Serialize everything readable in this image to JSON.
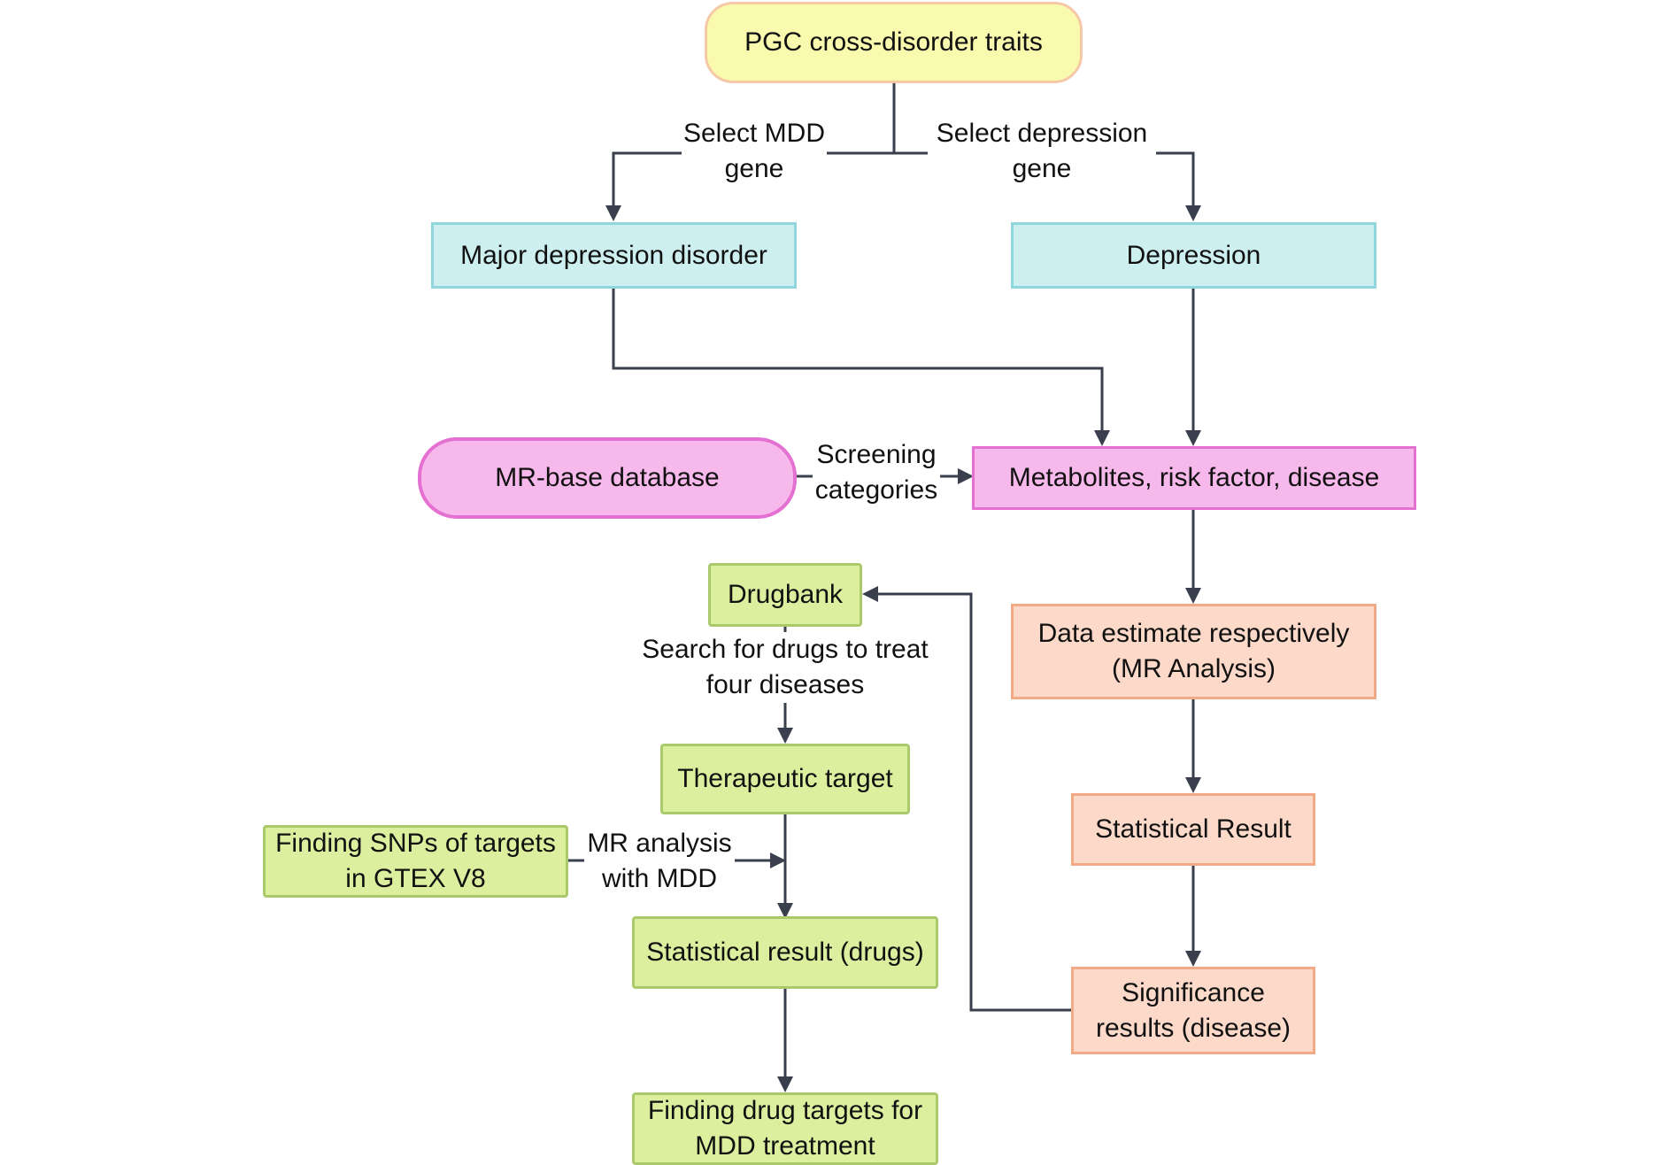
{
  "nodes": {
    "pgc": "PGC cross-disorder traits",
    "mdd": "Major depression disorder",
    "depression": "Depression",
    "mrbase": "MR-base database",
    "metabolites": "Metabolites, risk factor, disease",
    "data_estimate_line1": "Data estimate respectively",
    "data_estimate_line2": "(MR Analysis)",
    "statistical_result": "Statistical Result",
    "significance_line1": "Significance",
    "significance_line2": "results (disease)",
    "drugbank": "Drugbank",
    "therapeutic_target": "Therapeutic target",
    "snps_line1": "Finding SNPs of targets",
    "snps_line2": "in GTEX V8",
    "statistical_drugs": "Statistical result (drugs)",
    "finding_drug_line1": "Finding drug targets for",
    "finding_drug_line2": "MDD treatment"
  },
  "edge_labels": {
    "select_mdd_line1": "Select MDD",
    "select_mdd_line2": "gene",
    "select_dep_line1": "Select depression",
    "select_dep_line2": "gene",
    "screening_line1": "Screening",
    "screening_line2": "categories",
    "search_line1": "Search for drugs to treat",
    "search_line2": "four diseases",
    "mr_analysis_line1": "MR analysis",
    "mr_analysis_line2": "with MDD"
  },
  "colors": {
    "yellow_fill": "#fafaae",
    "cyan_fill": "#cdeff0",
    "pink_fill": "#f7b9ec",
    "peach_fill": "#fcd9c8",
    "green_fill": "#dcef9e",
    "connector": "#3a3f4d"
  }
}
